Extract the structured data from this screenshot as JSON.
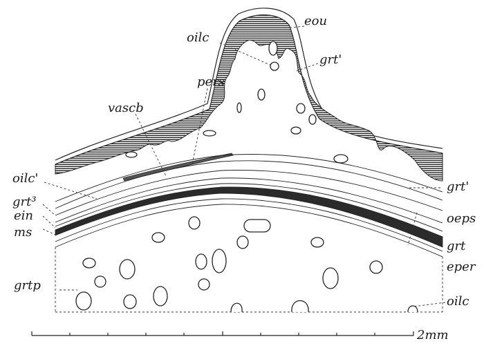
{
  "figure": {
    "labels": {
      "eou": "eou",
      "oilc_top": "oilc",
      "grt1": "grt'",
      "pers": "pers",
      "vascb": "vascb",
      "oilc1": "oilc'",
      "grt2_right": "grt'",
      "grt3": "grt³",
      "ein": "ein",
      "ms": "ms",
      "grtp": "grtp",
      "oeps": "oeps",
      "grt": "grt",
      "eper": "eper",
      "oilc_bottom": "oilc"
    },
    "scale_bar": {
      "label": "2mm"
    }
  }
}
